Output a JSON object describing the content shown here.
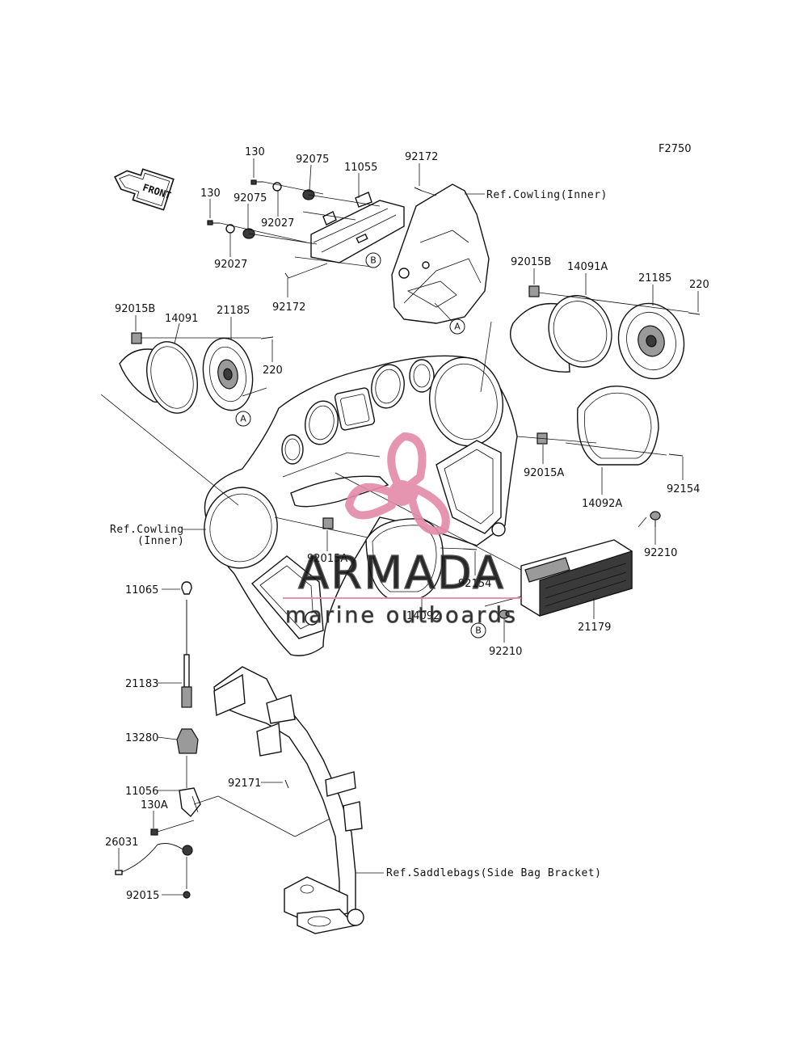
{
  "diagram_code": "F2750",
  "front_arrow": {
    "text": "FRONT",
    "icon": "front-arrow-icon"
  },
  "labels": [
    {
      "id": "l130a",
      "text": "130"
    },
    {
      "id": "l130b",
      "text": "130"
    },
    {
      "id": "l92075a",
      "text": "92075"
    },
    {
      "id": "l92075b",
      "text": "92075"
    },
    {
      "id": "l92027a",
      "text": "92027"
    },
    {
      "id": "l92027b",
      "text": "92027"
    },
    {
      "id": "l11055",
      "text": "11055"
    },
    {
      "id": "l92172a",
      "text": "92172"
    },
    {
      "id": "l92172b",
      "text": "92172"
    },
    {
      "id": "l92015Ba",
      "text": "92015B"
    },
    {
      "id": "l92015Bb",
      "text": "92015B"
    },
    {
      "id": "l14091",
      "text": "14091"
    },
    {
      "id": "l14091A",
      "text": "14091A"
    },
    {
      "id": "l21185a",
      "text": "21185"
    },
    {
      "id": "l21185b",
      "text": "21185"
    },
    {
      "id": "l220a",
      "text": "220"
    },
    {
      "id": "l220b",
      "text": "220"
    },
    {
      "id": "l92015Aa",
      "text": "92015A"
    },
    {
      "id": "l92015Ab",
      "text": "92015A"
    },
    {
      "id": "l92154a",
      "text": "92154"
    },
    {
      "id": "l92154b",
      "text": "92154"
    },
    {
      "id": "l14092A",
      "text": "14092A"
    },
    {
      "id": "l14092",
      "text": "14092"
    },
    {
      "id": "l92210a",
      "text": "92210"
    },
    {
      "id": "l92210b",
      "text": "92210"
    },
    {
      "id": "l21179",
      "text": "21179"
    },
    {
      "id": "l11065",
      "text": "11065"
    },
    {
      "id": "l21183",
      "text": "21183"
    },
    {
      "id": "l13280",
      "text": "13280"
    },
    {
      "id": "l11056",
      "text": "11056"
    },
    {
      "id": "l130A",
      "text": "130A"
    },
    {
      "id": "l26031",
      "text": "26031"
    },
    {
      "id": "l92015",
      "text": "92015"
    },
    {
      "id": "l92171",
      "text": "92171"
    }
  ],
  "refs": [
    {
      "id": "refCowlTop",
      "text": "Ref.Cowling(Inner)"
    },
    {
      "id": "refCowlLeft1",
      "text": "Ref.Cowling"
    },
    {
      "id": "refCowlLeft2",
      "text": "(Inner)"
    },
    {
      "id": "refSaddle",
      "text": "Ref.Saddlebags(Side Bag Bracket)"
    }
  ],
  "callouts": [
    {
      "id": "cB1",
      "text": "B"
    },
    {
      "id": "cA1",
      "text": "A"
    },
    {
      "id": "cA2",
      "text": "A"
    },
    {
      "id": "cB2",
      "text": "B"
    }
  ],
  "watermark": {
    "brand": "ARMADA",
    "tagline": "marine outboards",
    "color": "#e48aa8",
    "icon": "propeller-logo-icon"
  }
}
